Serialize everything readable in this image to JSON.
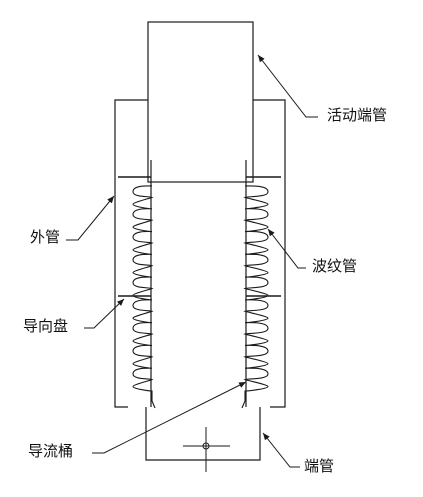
{
  "labels": {
    "movable_end_pipe": "活动端管",
    "outer_pipe": "外管",
    "bellows": "波纹管",
    "guide_disc": "导向盘",
    "guide_sleeve": "导流桶",
    "end_pipe": "端管"
  },
  "colors": {
    "line": "#1a1a1a",
    "background": "#ffffff"
  }
}
